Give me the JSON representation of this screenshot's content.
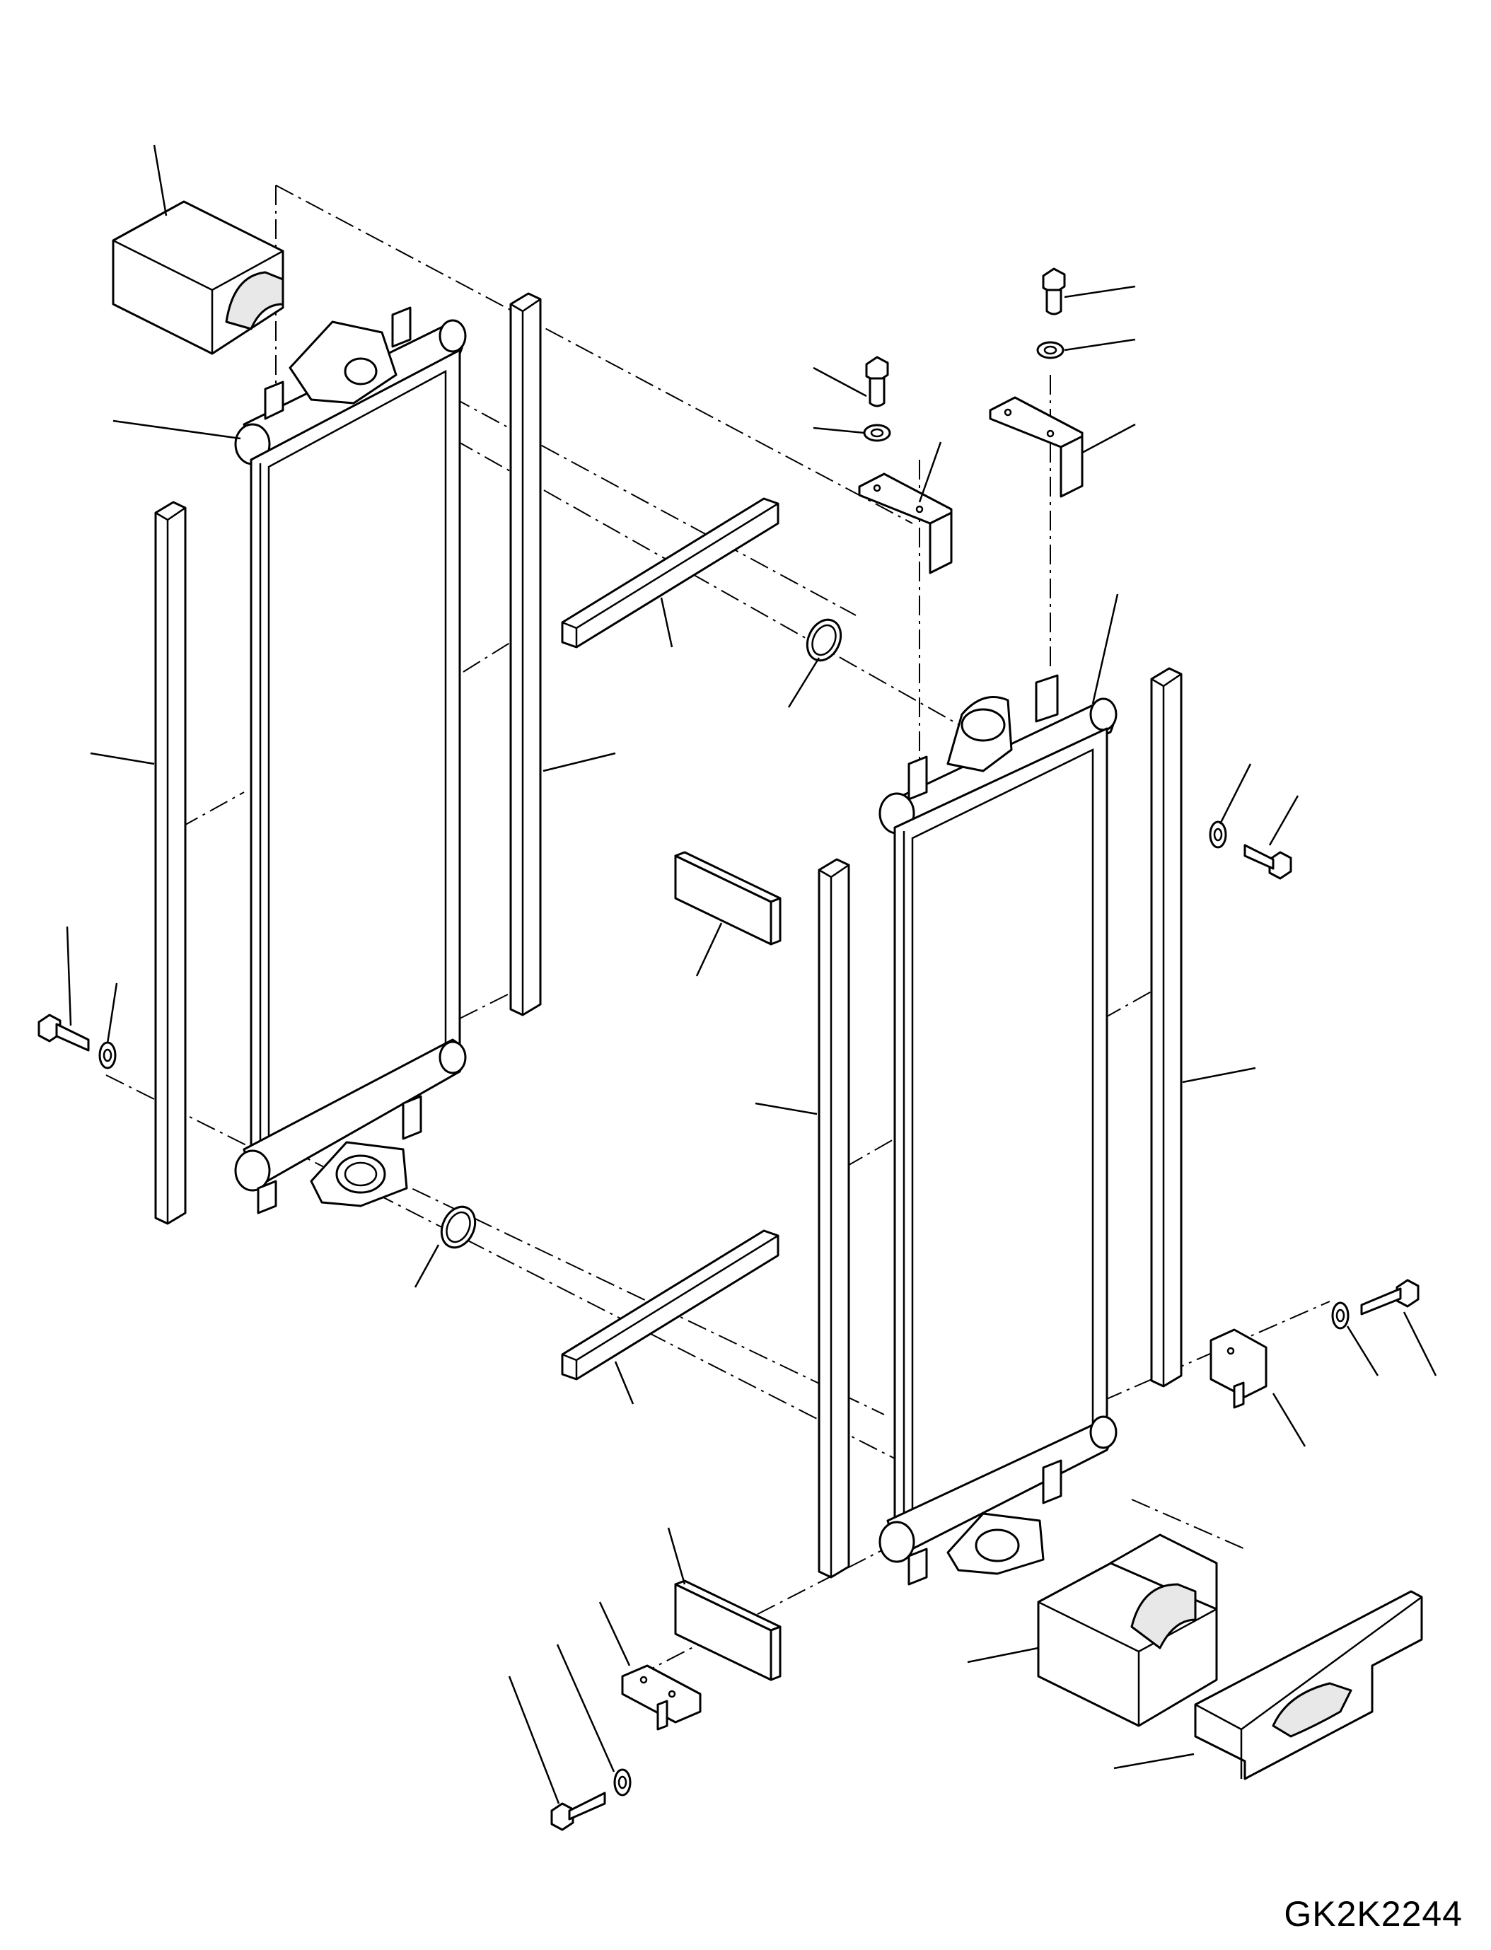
{
  "drawing": {
    "code": "GK2K2244",
    "line_color": "#000000",
    "background": "#ffffff"
  },
  "parts": [
    {
      "name": "left-radiator-core",
      "icon": "radiator-core-icon"
    },
    {
      "name": "right-radiator-core",
      "icon": "radiator-core-icon"
    },
    {
      "name": "vertical-seal-strips",
      "icon": "seal-strip-icon",
      "count": 4
    },
    {
      "name": "horizontal-seal-strips",
      "icon": "seal-strip-icon",
      "count": 2
    },
    {
      "name": "rubber-mount-blocks",
      "icon": "mount-block-icon",
      "count": 2
    },
    {
      "name": "brackets",
      "icon": "bracket-icon",
      "count": 4
    },
    {
      "name": "bolts",
      "icon": "bolt-icon",
      "count": 6
    },
    {
      "name": "washers",
      "icon": "washer-icon",
      "count": 6
    },
    {
      "name": "o-rings",
      "icon": "o-ring-icon",
      "count": 2
    },
    {
      "name": "seal-pads",
      "icon": "seal-pad-icon",
      "count": 2
    },
    {
      "name": "support-frame",
      "icon": "support-frame-icon",
      "count": 1
    }
  ]
}
